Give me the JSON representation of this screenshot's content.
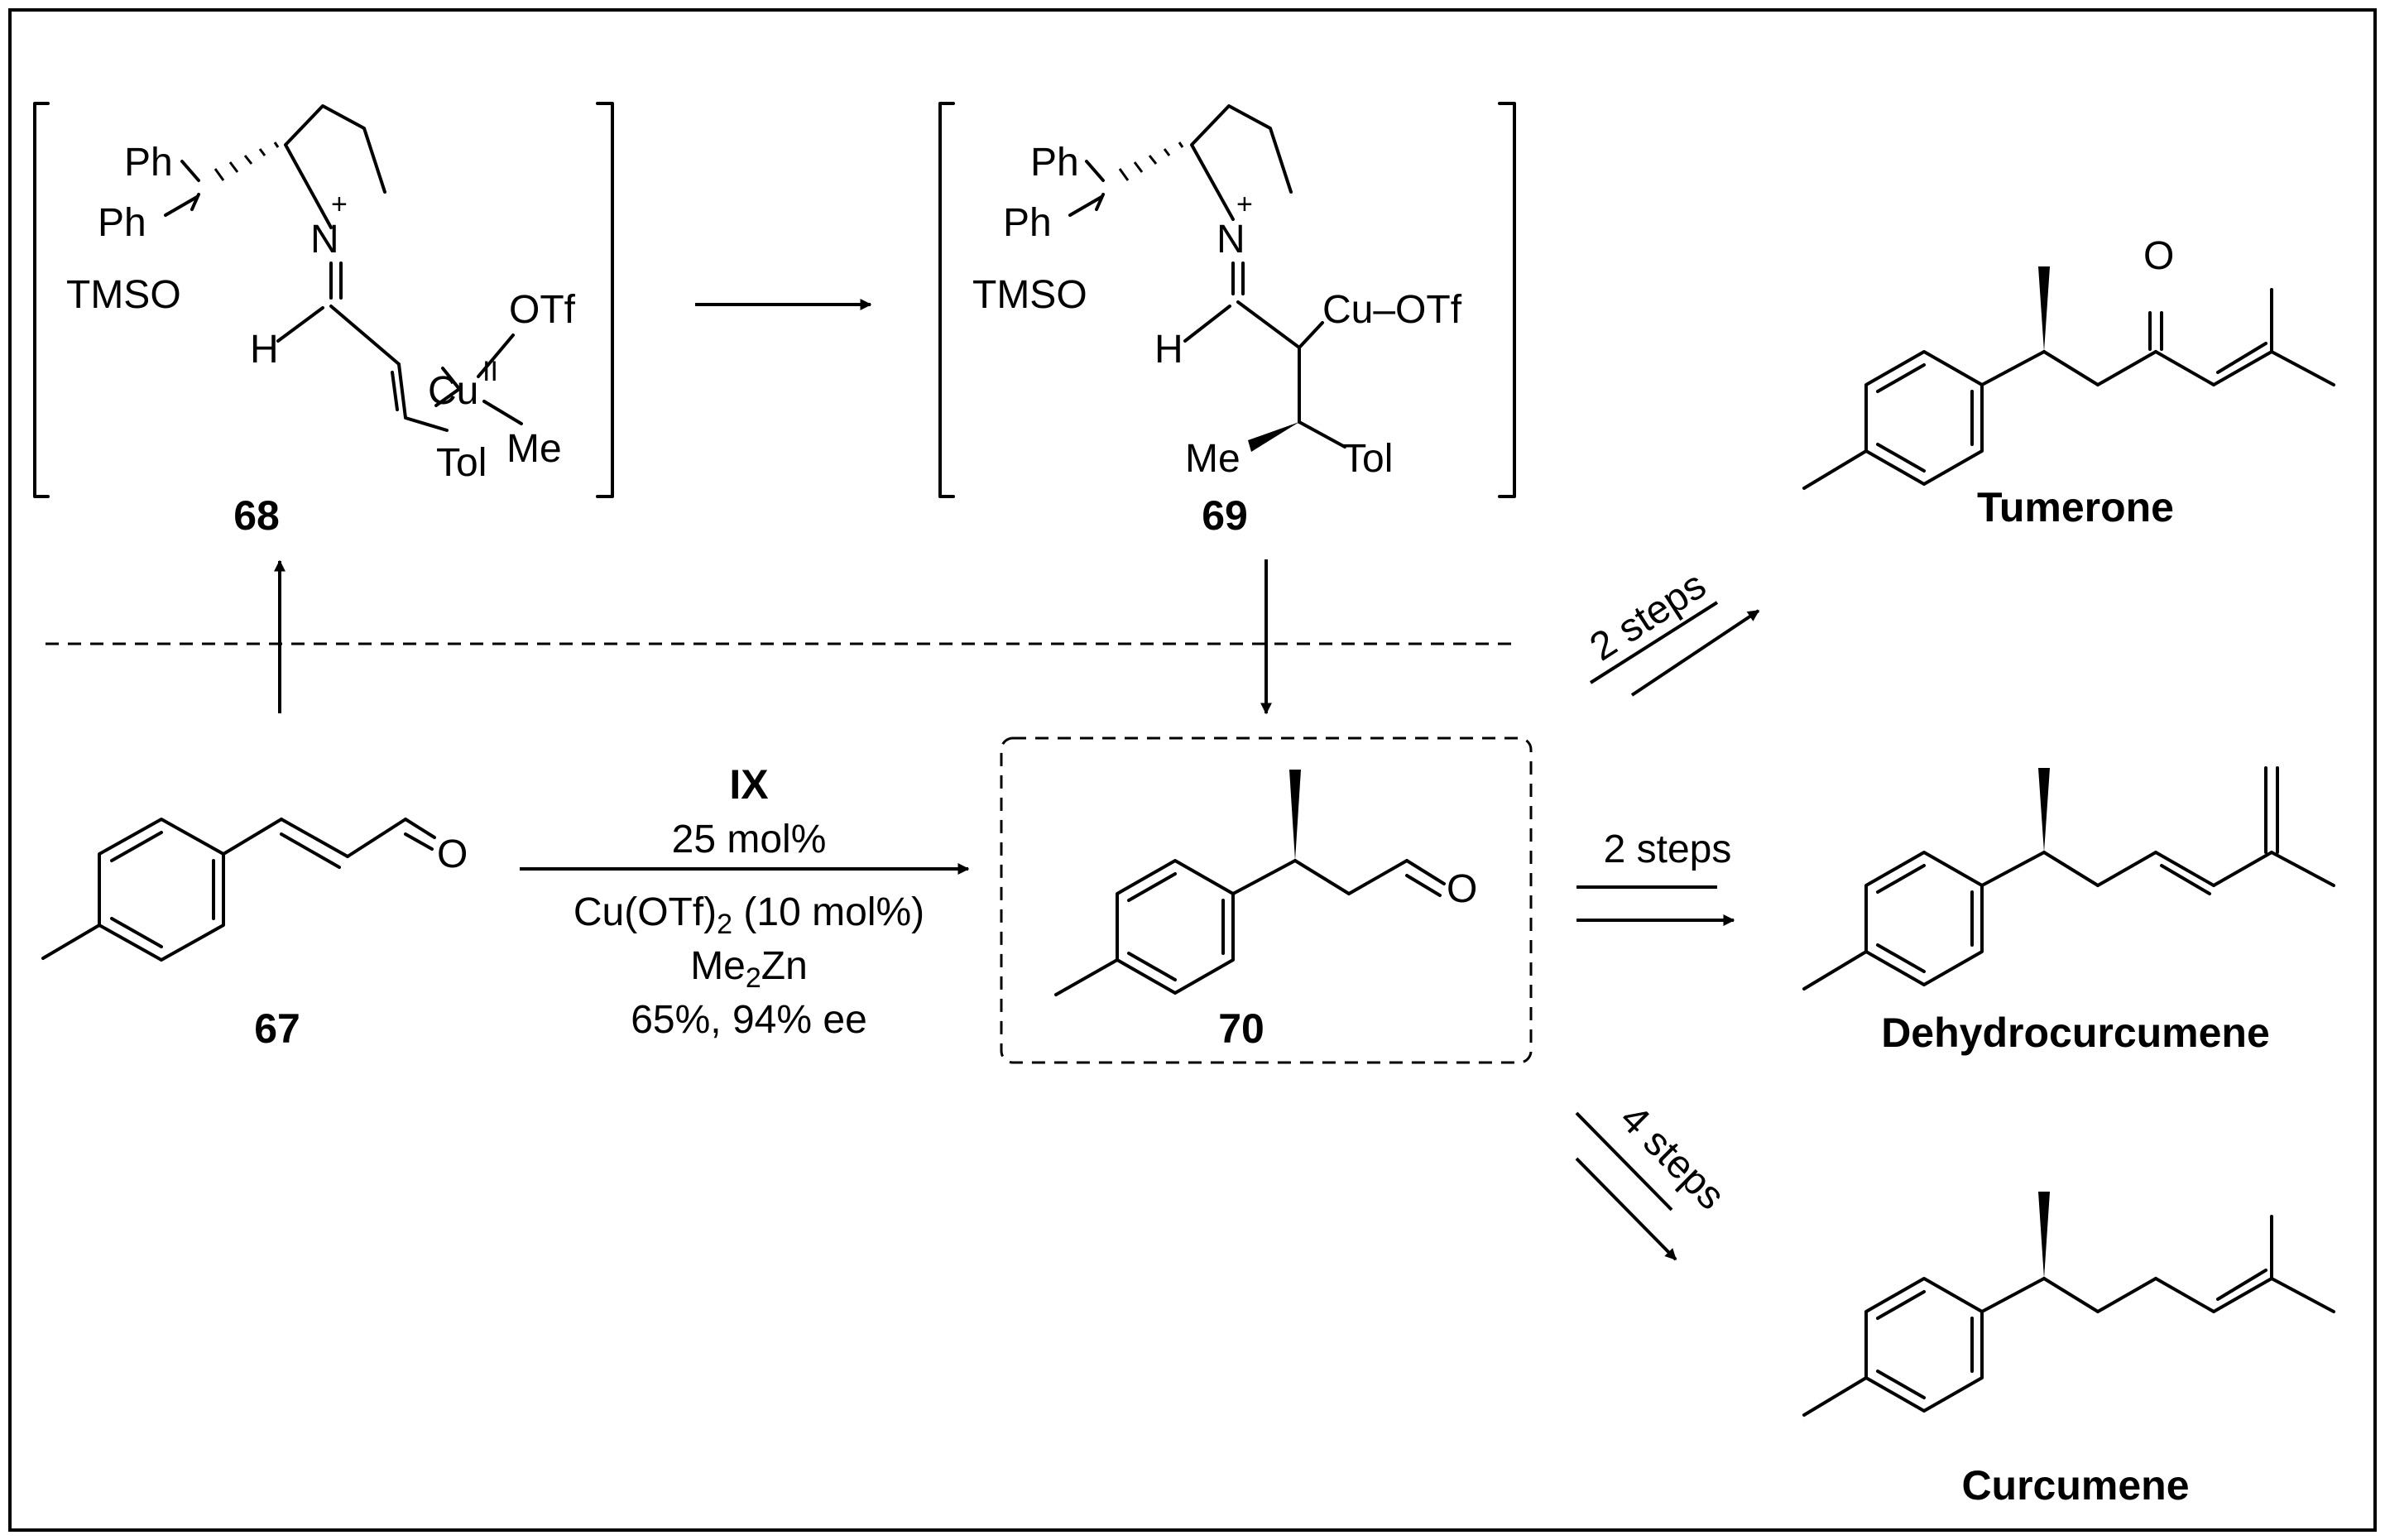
{
  "compounds": {
    "c67": {
      "number": "67",
      "atoms": {
        "O": "O"
      }
    },
    "c68": {
      "number": "68",
      "atoms": {
        "Ph1": "Ph",
        "Ph2": "Ph",
        "TMSO": "TMSO",
        "N": "N",
        "charge": "+",
        "H": "H",
        "Cu": "Cu",
        "Cu_ox": "II",
        "OTf": "OTf",
        "Tol": "Tol",
        "Me": "Me"
      }
    },
    "c69": {
      "number": "69",
      "atoms": {
        "Ph1": "Ph",
        "Ph2": "Ph",
        "TMSO": "TMSO",
        "N": "N",
        "charge": "+",
        "H": "H",
        "CuOTf": "Cu–OTf",
        "Me": "Me",
        "Tol": "Tol"
      }
    },
    "c70": {
      "number": "70",
      "atoms": {
        "O": "O"
      }
    }
  },
  "conditions": {
    "catalyst": "IX",
    "loading": "25 mol%",
    "cu_salt_prefix": "Cu(OTf)",
    "cu_salt_sub": "2",
    "cu_salt_suffix": " (10 mol%)",
    "reagent_a": "Me",
    "reagent_sub": "2",
    "reagent_b": "Zn",
    "result": "65%, 94% ee"
  },
  "steps": {
    "tumerone": "2 steps",
    "dehydrocurcumene": "2 steps",
    "curcumene": "4 steps"
  },
  "products": {
    "tumerone": {
      "name": "Tumerone",
      "atoms": {
        "O": "O"
      }
    },
    "dehydrocurcumene": {
      "name": "Dehydrocurcumene"
    },
    "curcumene": {
      "name": "Curcumene"
    }
  }
}
